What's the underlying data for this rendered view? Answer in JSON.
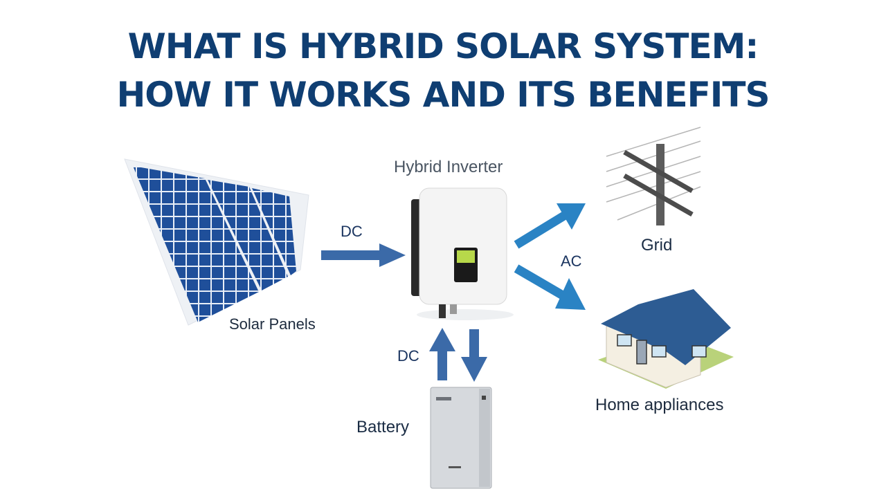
{
  "title": {
    "line1": "WHAT IS HYBRID SOLAR SYSTEM:",
    "line2": "HOW IT WORKS AND ITS BENEFITS",
    "color": "#0f3e72"
  },
  "components": {
    "solar_panels": {
      "label": "Solar Panels"
    },
    "inverter": {
      "label": "Hybrid Inverter"
    },
    "grid": {
      "label": "Grid"
    },
    "home": {
      "label": "Home appliances"
    },
    "battery": {
      "label": "Battery"
    }
  },
  "flows": {
    "panels_to_inverter": {
      "label": "DC",
      "color": "#3b6aa8"
    },
    "inverter_out": {
      "label": "AC",
      "color": "#2a83c4"
    },
    "battery_exchange": {
      "label": "DC",
      "color": "#3b6aa8"
    }
  }
}
